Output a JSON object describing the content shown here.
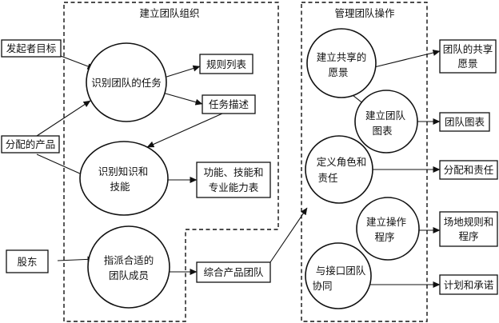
{
  "panels": {
    "left_title": "建立团队组织",
    "right_title": "管理团队操作"
  },
  "inputs": {
    "sponsor_goals": "发起者目标",
    "allocated_products": "分配的产品",
    "stakeholders": "股东"
  },
  "processes": {
    "identify_tasks": "识别团队的任务",
    "identify_knowledge": [
      "识别知识和",
      "技能"
    ],
    "assign_members": [
      "指派合适的",
      "团队成员"
    ],
    "build_vision": [
      "建立共享的",
      "愿景"
    ],
    "build_charts": [
      "建立团队",
      "图表"
    ],
    "define_roles": [
      "定义角色和",
      "责任"
    ],
    "establish_procedures": [
      "建立操作",
      "程序"
    ],
    "coordinate_interfaces": [
      "与接口团队",
      "协同"
    ]
  },
  "outputs": {
    "rules_list": "规则列表",
    "task_description": "任务描述",
    "skills_table": [
      "功能、技能和",
      "专业能力表"
    ],
    "ipt_team": "综合产品团队",
    "shared_vision": [
      "团队的共享",
      "愿景"
    ],
    "team_charts": "团队图表",
    "allocation_responsibility": "分配和责任",
    "site_rules": [
      "场地规则和",
      "程序"
    ],
    "plans_commitments": "计划和承诺"
  }
}
